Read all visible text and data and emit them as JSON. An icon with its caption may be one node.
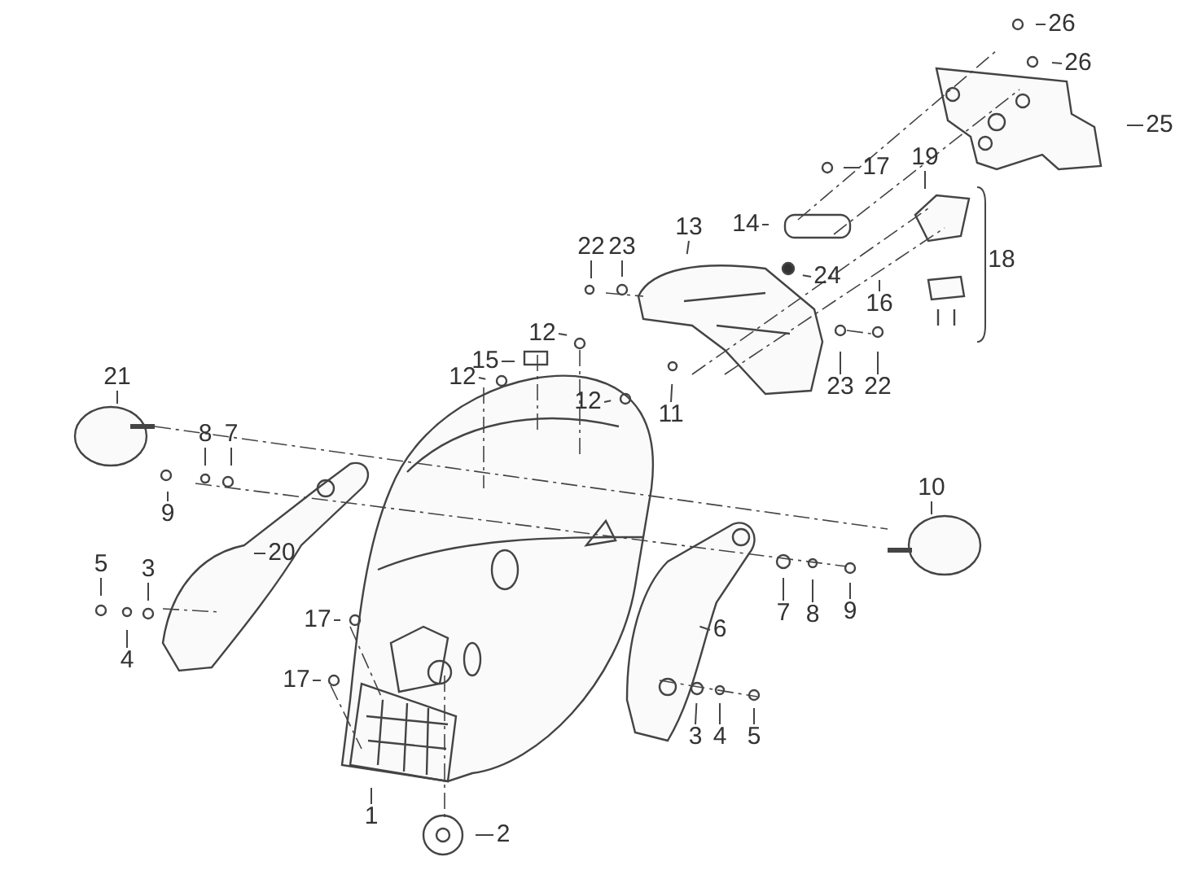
{
  "diagram": {
    "nodes": [
      {
        "text": [
          "26"
        ]
      },
      {
        "text": [
          "26"
        ]
      },
      {
        "text": [
          "25"
        ]
      },
      {
        "text": [
          "17"
        ]
      },
      {
        "text": [
          "19"
        ]
      },
      {
        "text": [
          "14"
        ]
      },
      {
        "text": [
          "13"
        ]
      },
      {
        "text": [
          "22"
        ]
      },
      {
        "text": [
          "23"
        ]
      },
      {
        "text": [
          "24"
        ]
      },
      {
        "text": [
          "16"
        ]
      },
      {
        "text": [
          "12"
        ]
      },
      {
        "text": [
          "15"
        ]
      },
      {
        "text": [
          "12"
        ]
      },
      {
        "text": [
          "12"
        ]
      },
      {
        "text": [
          "11"
        ]
      },
      {
        "text": [
          "23"
        ]
      },
      {
        "text": [
          "22"
        ]
      },
      {
        "text": [
          "21"
        ]
      },
      {
        "text": [
          "8"
        ]
      },
      {
        "text": [
          "7"
        ]
      },
      {
        "text": [
          "9"
        ]
      },
      {
        "text": [
          "10"
        ]
      },
      {
        "text": [
          "20"
        ]
      },
      {
        "text": [
          "5"
        ]
      },
      {
        "text": [
          "3"
        ]
      },
      {
        "text": [
          "4"
        ]
      },
      {
        "text": [
          "6"
        ]
      },
      {
        "text": [
          "7"
        ]
      },
      {
        "text": [
          "8"
        ]
      },
      {
        "text": [
          "9"
        ]
      },
      {
        "text": [
          "17"
        ]
      },
      {
        "text": [
          "17"
        ]
      },
      {
        "text": [
          "3"
        ]
      },
      {
        "text": [
          "4"
        ]
      },
      {
        "text": [
          "5"
        ]
      },
      {
        "text": [
          "1"
        ]
      },
      {
        "text": [
          "2"
        ]
      }
    ],
    "edges": [
      {
        "from": 0,
        "to": null,
        "arrow": "none"
      },
      {
        "from": 1,
        "to": null,
        "arrow": "none"
      },
      {
        "from": 2,
        "to": null,
        "arrow": "none"
      },
      {
        "from": 3,
        "to": null,
        "arrow": "none"
      },
      {
        "from": 4,
        "to": null,
        "arrow": "none"
      },
      {
        "from": 5,
        "to": null,
        "arrow": "none"
      },
      {
        "from": 6,
        "to": null,
        "arrow": "none"
      },
      {
        "from": 7,
        "to": null,
        "arrow": "none"
      },
      {
        "from": 8,
        "to": null,
        "arrow": "none"
      },
      {
        "from": 9,
        "to": null,
        "arrow": "none"
      },
      {
        "from": 10,
        "to": null,
        "arrow": "none"
      },
      {
        "from": 11,
        "to": null,
        "arrow": "none"
      },
      {
        "from": 12,
        "to": null,
        "arrow": "none"
      },
      {
        "from": 13,
        "to": null,
        "arrow": "none"
      },
      {
        "from": 14,
        "to": null,
        "arrow": "none"
      },
      {
        "from": 15,
        "to": null,
        "arrow": "none"
      },
      {
        "from": 16,
        "to": null,
        "arrow": "none"
      },
      {
        "from": 17,
        "to": null,
        "arrow": "none"
      },
      {
        "from": 18,
        "to": null,
        "arrow": "none"
      },
      {
        "from": 19,
        "to": null,
        "arrow": "none"
      },
      {
        "from": 20,
        "to": null,
        "arrow": "none"
      },
      {
        "from": 21,
        "to": null,
        "arrow": "none"
      },
      {
        "from": 22,
        "to": null,
        "arrow": "none"
      },
      {
        "from": 23,
        "to": null,
        "arrow": "none"
      },
      {
        "from": 24,
        "to": null,
        "arrow": "none"
      },
      {
        "from": 25,
        "to": null,
        "arrow": "none"
      },
      {
        "from": 26,
        "to": null,
        "arrow": "none"
      },
      {
        "from": 27,
        "to": null,
        "arrow": "none"
      },
      {
        "from": 28,
        "to": null,
        "arrow": "none"
      },
      {
        "from": 29,
        "to": null,
        "arrow": "none"
      },
      {
        "from": 30,
        "to": null,
        "arrow": "none"
      },
      {
        "from": 31,
        "to": null,
        "arrow": "none"
      },
      {
        "from": 32,
        "to": null,
        "arrow": "none"
      },
      {
        "from": 33,
        "to": null,
        "arrow": "none"
      },
      {
        "from": 34,
        "to": null,
        "arrow": "none"
      },
      {
        "from": 35,
        "to": null,
        "arrow": "none"
      },
      {
        "from": 36,
        "to": null,
        "arrow": "none"
      },
      {
        "from": 37,
        "to": null,
        "arrow": "none"
      }
    ],
    "labels": [
      "18"
    ]
  }
}
